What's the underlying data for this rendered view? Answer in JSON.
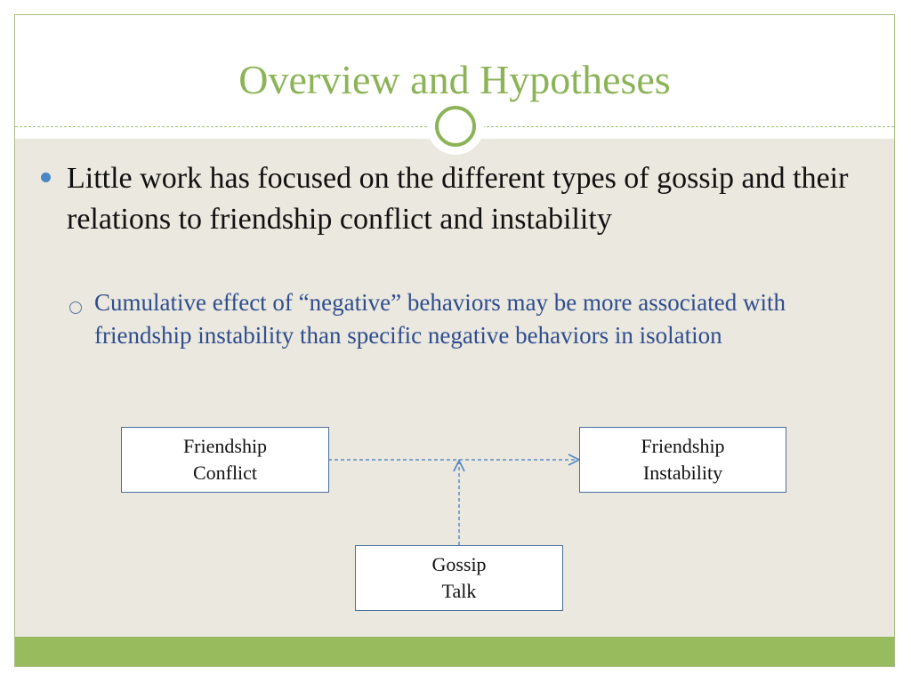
{
  "slide": {
    "title": "Overview and Hypotheses",
    "colors": {
      "accent": "#8cb358",
      "footer": "#97bb5d",
      "content_bg": "#ebe8df",
      "bullet": "#4a87c4",
      "sub_bullet_text": "#2e4d8f",
      "connector": "#5b8bc5"
    }
  },
  "bullets": [
    {
      "text": "Little work has focused on the different types of gossip and their relations to friendship conflict and instability",
      "sub_bullets": [
        {
          "text": "Cumulative effect of “negative” behaviors may be more associated with friendship instability than specific negative behaviors in isolation"
        }
      ]
    }
  ],
  "diagram": {
    "nodes": {
      "conflict": {
        "line1": "Friendship",
        "line2": "Conflict"
      },
      "instability": {
        "line1": "Friendship",
        "line2": "Instability"
      },
      "gossip": {
        "line1": "Gossip",
        "line2": "Talk"
      }
    },
    "edges": [
      {
        "from": "conflict",
        "to": "instability",
        "style": "dashed-arrow"
      },
      {
        "from": "gossip",
        "to": "conflict-instability-edge",
        "style": "dashed-arrow"
      }
    ]
  }
}
